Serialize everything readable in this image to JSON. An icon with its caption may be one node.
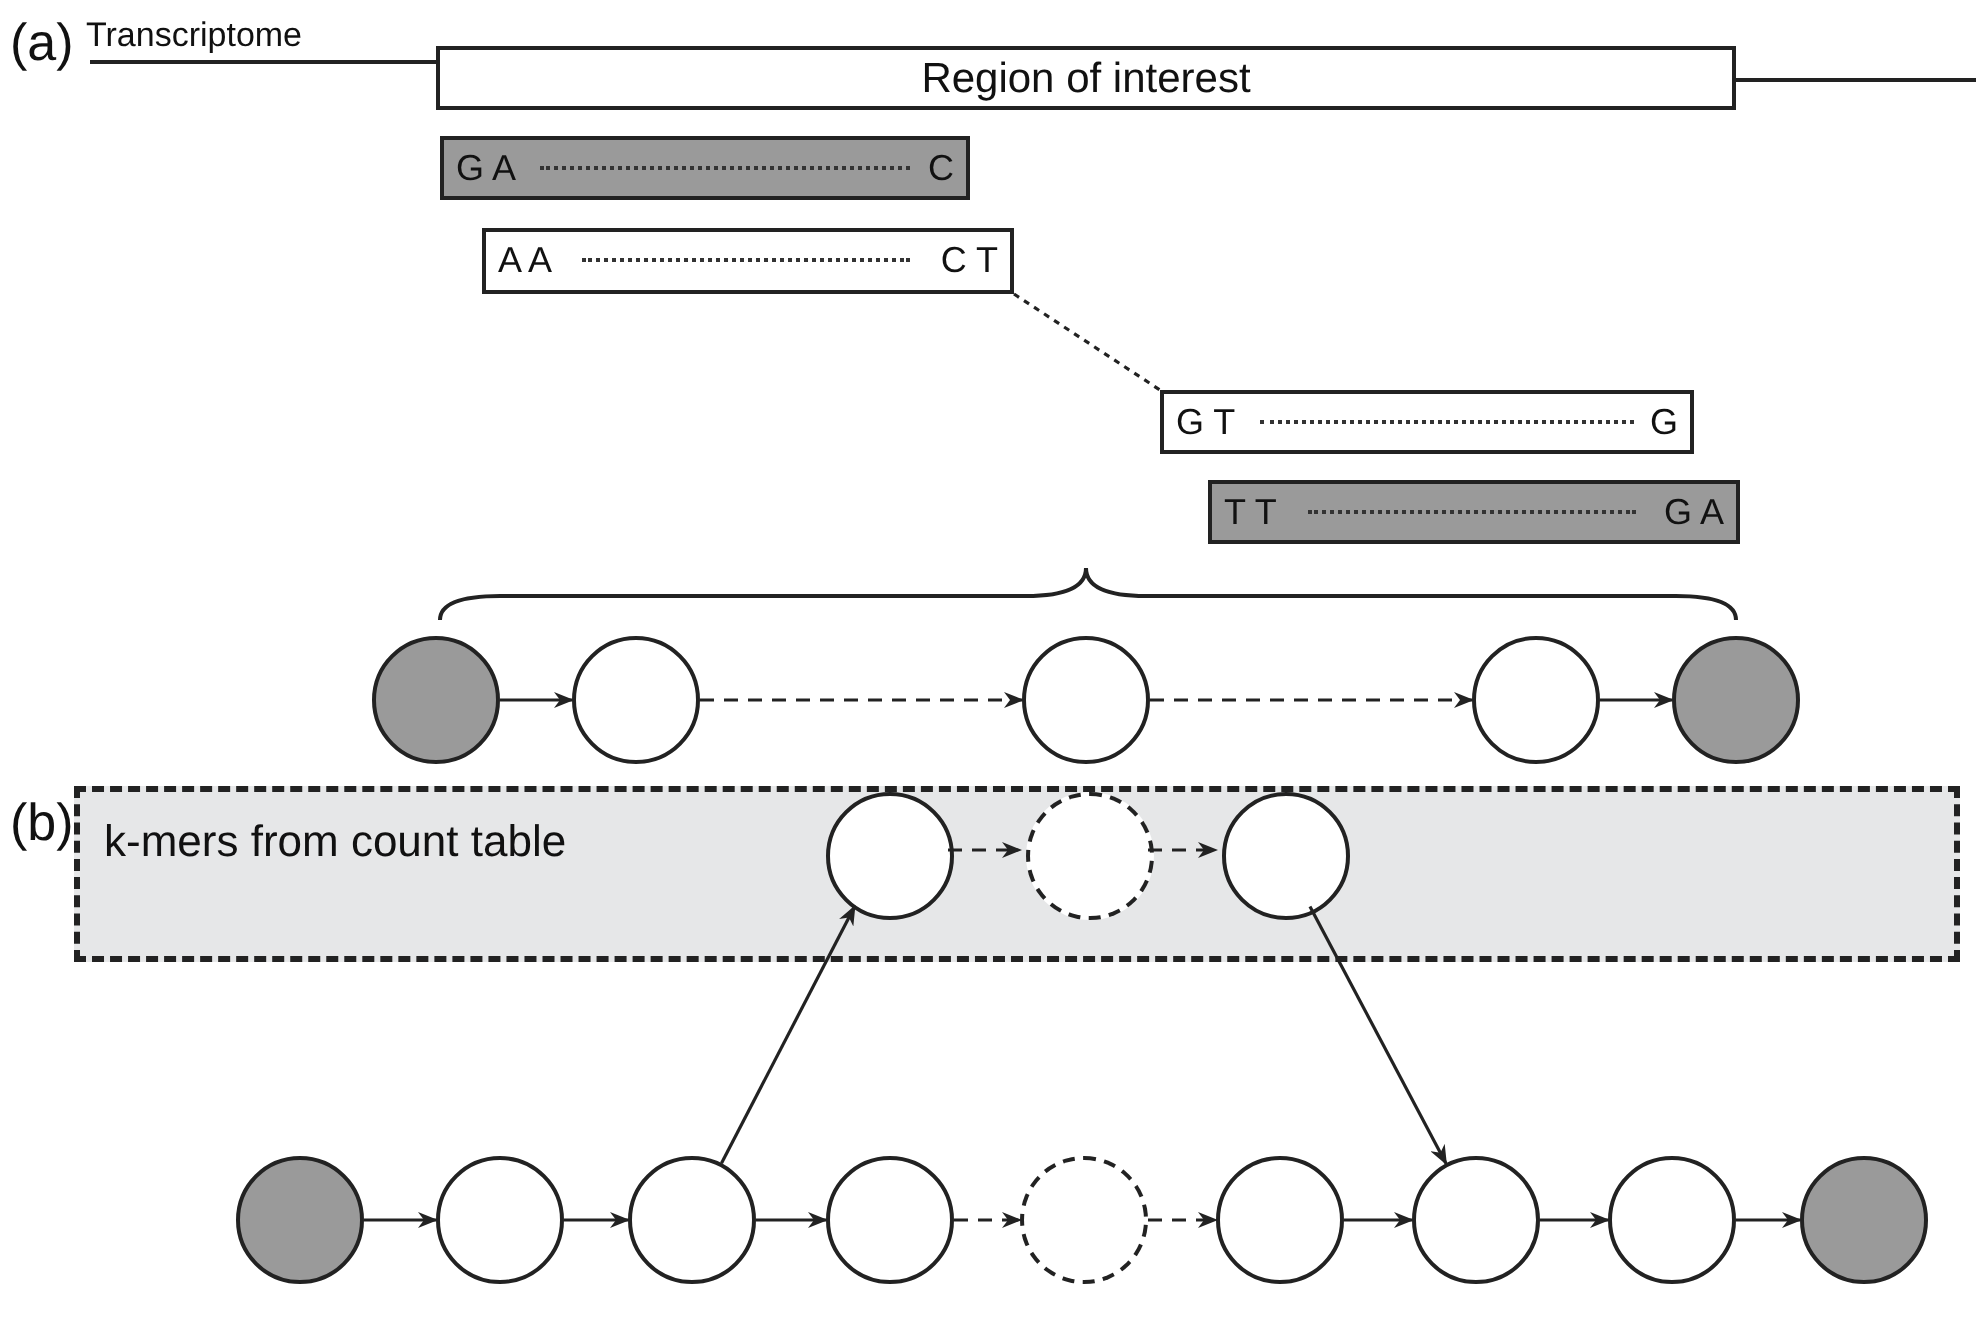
{
  "diagram": {
    "nodes": [
      {
        "text": [
          "Region of interest"
        ]
      },
      {
        "text": [
          "G A",
          "C"
        ]
      },
      {
        "text": [
          "A A",
          "C T"
        ]
      },
      {
        "text": [
          "G T",
          "G"
        ]
      },
      {
        "text": [
          "T T",
          "G A"
        ]
      },
      {
        "text": [],
        "shape": "circle"
      },
      {
        "text": [],
        "shape": "circle"
      },
      {
        "text": [],
        "shape": "circle"
      },
      {
        "text": [],
        "shape": "circle"
      },
      {
        "text": [],
        "shape": "circle"
      },
      {
        "text": [
          "k-mers from count table"
        ]
      },
      {
        "text": [],
        "shape": "circle",
        "in": 10
      },
      {
        "text": [],
        "shape": "circle",
        "in": 10
      },
      {
        "text": [],
        "shape": "circle",
        "in": 10
      },
      {
        "text": [],
        "shape": "circle"
      },
      {
        "text": [],
        "shape": "circle"
      },
      {
        "text": [],
        "shape": "circle"
      },
      {
        "text": [],
        "shape": "circle"
      },
      {
        "text": [],
        "shape": "circle"
      },
      {
        "text": [],
        "shape": "circle"
      },
      {
        "text": [],
        "shape": "circle"
      },
      {
        "text": [],
        "shape": "circle"
      },
      {
        "text": [],
        "shape": "circle"
      }
    ],
    "edges": [
      {
        "from": 2,
        "to": 3,
        "arrow": "none",
        "style": "dashed"
      },
      {
        "from": 5,
        "to": 6,
        "arrow": "to"
      },
      {
        "from": 6,
        "to": 7,
        "arrow": "to",
        "style": "dashed"
      },
      {
        "from": 7,
        "to": 8,
        "arrow": "to",
        "style": "dashed"
      },
      {
        "from": 8,
        "to": 9,
        "arrow": "to"
      },
      {
        "from": 11,
        "to": 12,
        "arrow": "to",
        "style": "dashed"
      },
      {
        "from": 12,
        "to": 13,
        "arrow": "to",
        "style": "dashed"
      },
      {
        "from": 14,
        "to": 15,
        "arrow": "to"
      },
      {
        "from": 15,
        "to": 16,
        "arrow": "to"
      },
      {
        "from": 16,
        "to": 17,
        "arrow": "to"
      },
      {
        "from": 17,
        "to": 18,
        "arrow": "to",
        "style": "dashed"
      },
      {
        "from": 18,
        "to": 19,
        "arrow": "to",
        "style": "dashed"
      },
      {
        "from": 19,
        "to": 20,
        "arrow": "to"
      },
      {
        "from": 20,
        "to": 21,
        "arrow": "to"
      },
      {
        "from": 21,
        "to": 22,
        "arrow": "to"
      },
      {
        "from": 16,
        "to": 11,
        "arrow": "to"
      },
      {
        "from": 13,
        "to": 20,
        "arrow": "to"
      }
    ],
    "labels": [
      "(a)",
      "Transcriptome",
      "(b)"
    ]
  }
}
